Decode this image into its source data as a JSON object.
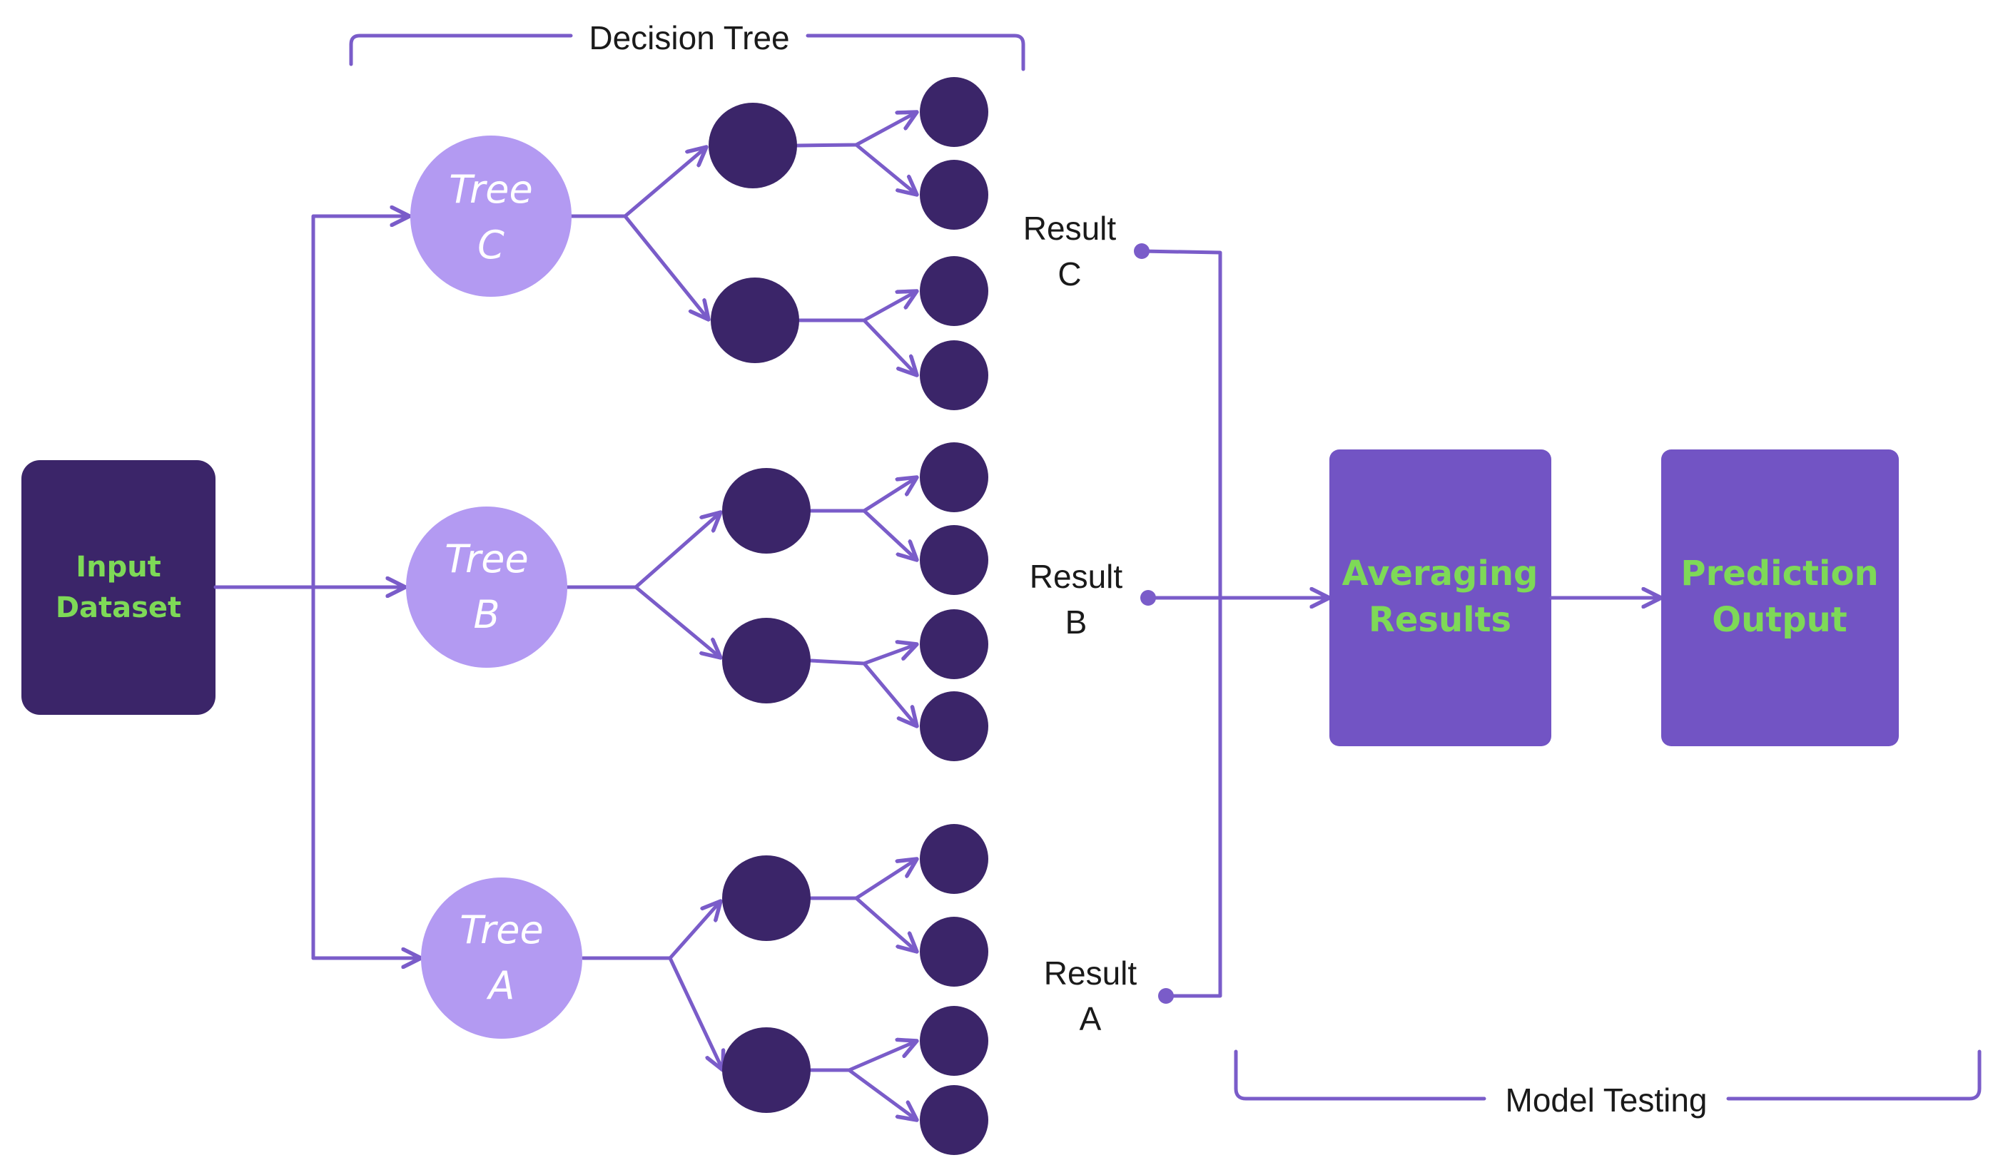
{
  "header": {
    "decision_tree_label": "Decision Tree"
  },
  "footer": {
    "model_testing_label": "Model Testing"
  },
  "input": {
    "line1": "Input",
    "line2": "Dataset"
  },
  "trees": {
    "c": {
      "line1": "Tree",
      "line2": "C"
    },
    "b": {
      "line1": "Tree",
      "line2": "B"
    },
    "a": {
      "line1": "Tree",
      "line2": "A"
    }
  },
  "results": {
    "c": {
      "line1": "Result",
      "line2": "C"
    },
    "b": {
      "line1": "Result",
      "line2": "B"
    },
    "a": {
      "line1": "Result",
      "line2": "A"
    }
  },
  "averaging": {
    "line1": "Averaging",
    "line2": "Results"
  },
  "prediction": {
    "line1": "Prediction",
    "line2": "Output"
  },
  "colors": {
    "dark_node": "#3b2569",
    "tree_circle": "#b39af2",
    "process_box": "#7254c4",
    "connector": "#7a5cc9",
    "label_green": "#7ed957"
  }
}
